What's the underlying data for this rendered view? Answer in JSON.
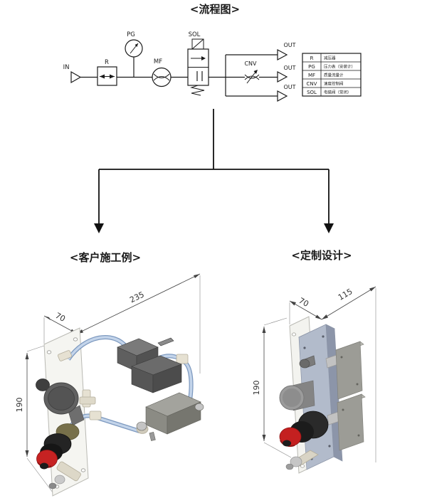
{
  "title": "<流程图>",
  "flow": {
    "in_label": "IN",
    "out_label": "OUT",
    "components": {
      "regulator": "R",
      "pressure_gauge": "PG",
      "flow_meter": "MF",
      "solenoid": "SOL",
      "control_valve": "CNV"
    },
    "legend": {
      "rows": [
        {
          "symbol": "R",
          "desc": "减压器"
        },
        {
          "symbol": "PG",
          "desc": "压力表（安装计）"
        },
        {
          "symbol": "MF",
          "desc": "质量流量计"
        },
        {
          "symbol": "CNV",
          "desc": "速度控制阀"
        },
        {
          "symbol": "SOL",
          "desc": "电磁阀（常闭）"
        }
      ]
    }
  },
  "sections": {
    "left": {
      "label": "<客户施工例>",
      "dims": {
        "width": "235",
        "depth": "70",
        "height": "190"
      }
    },
    "right": {
      "label": "<定制设计>",
      "dims": {
        "width": "115",
        "depth": "70",
        "height": "190"
      }
    }
  },
  "colors": {
    "tube_blue": "#c3d4ea",
    "plate_white": "#f5f5f1",
    "valve_gray": "#5f5f5f",
    "knob_red": "#c62222",
    "manifold_blue_gray": "#b2bbcb"
  }
}
